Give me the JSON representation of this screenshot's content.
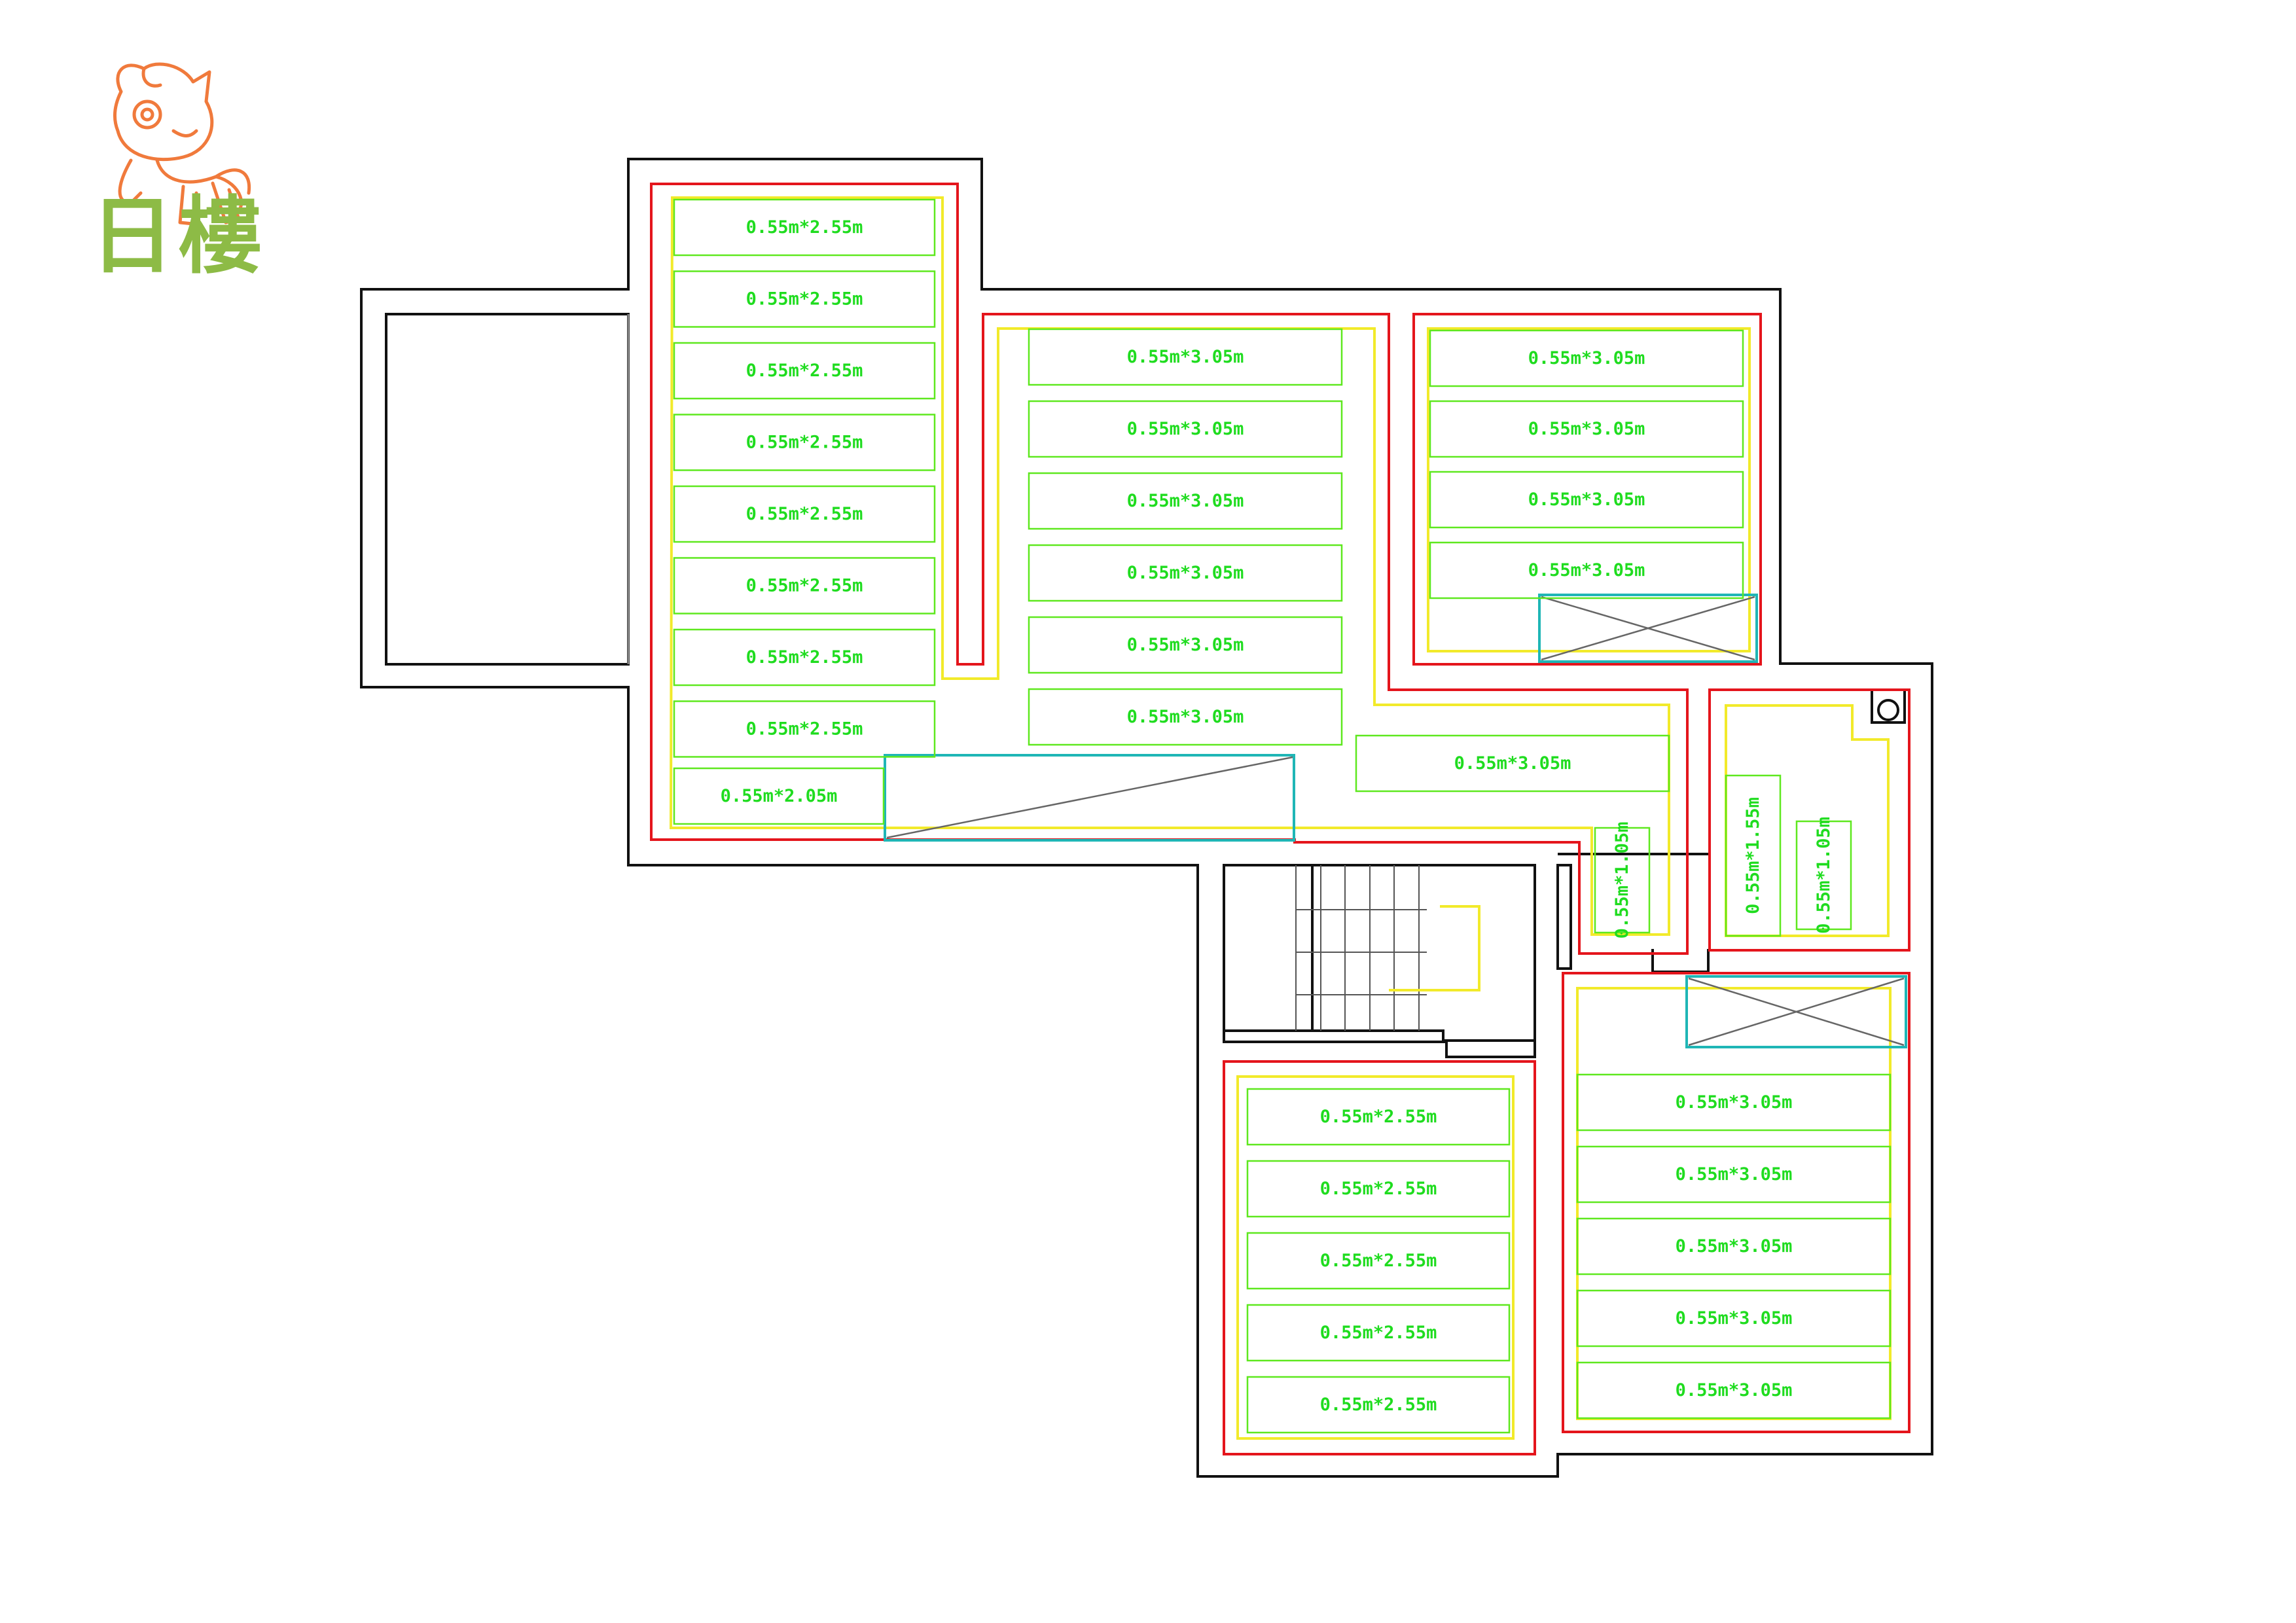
{
  "logo": {
    "text": "日樓",
    "icon": "pony-mascot-icon"
  },
  "colors": {
    "wall": "#111111",
    "heating_pipe": "#e4151c",
    "insulation_line": "#f2ea2a",
    "heating_mat": "#5ee81e",
    "mat_label": "#1fdc1f",
    "fixture": "#1fb6b6",
    "logo": "#8dbb46",
    "mascot": "#f07a3c"
  },
  "rooms": {
    "left_room": [
      "0.55m*2.55m",
      "0.55m*2.55m",
      "0.55m*2.55m",
      "0.55m*2.55m",
      "0.55m*2.55m",
      "0.55m*2.55m",
      "0.55m*2.55m",
      "0.55m*2.55m",
      "0.55m*2.05m"
    ],
    "center_room": [
      "0.55m*3.05m",
      "0.55m*3.05m",
      "0.55m*3.05m",
      "0.55m*3.05m",
      "0.55m*3.05m",
      "0.55m*3.05m"
    ],
    "hall": [
      "0.55m*3.05m",
      "0.55m*1.05m"
    ],
    "upper_right_room": [
      "0.55m*3.05m",
      "0.55m*3.05m",
      "0.55m*3.05m",
      "0.55m*3.05m"
    ],
    "bath": [
      "0.55m*1.55m",
      "0.55m*1.05m"
    ],
    "lower_left_room": [
      "0.55m*2.55m",
      "0.55m*2.55m",
      "0.55m*2.55m",
      "0.55m*2.55m",
      "0.55m*2.55m"
    ],
    "lower_right_room": [
      "0.55m*3.05m",
      "0.55m*3.05m",
      "0.55m*3.05m",
      "0.55m*3.05m",
      "0.55m*3.05m"
    ]
  }
}
